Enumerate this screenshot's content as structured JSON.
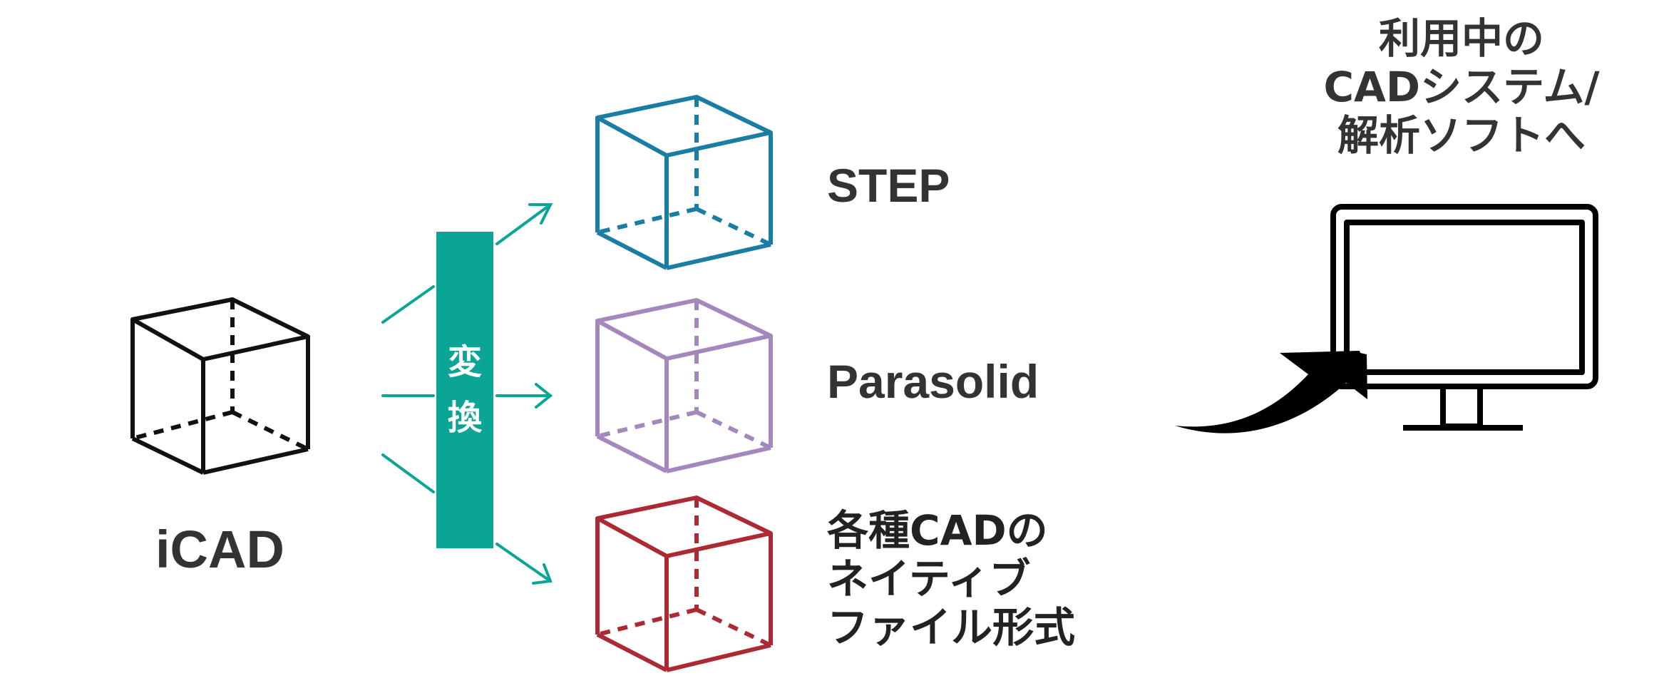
{
  "source": {
    "label": "iCAD"
  },
  "convert": {
    "label_line1": "変",
    "label_line2": "換"
  },
  "formats": [
    {
      "label": "STEP"
    },
    {
      "label": "Parasolid"
    },
    {
      "lines": [
        "各種CADの",
        "ネイティブ",
        "ファイル形式"
      ]
    }
  ],
  "target": {
    "lines": [
      "利用中の",
      "CADシステム/",
      "解析ソフトへ"
    ]
  },
  "colors": {
    "text": "#333333",
    "source_cube": "#111111",
    "accent_teal": "#0aa595",
    "step_cube": "#1a7da3",
    "parasolid_cube": "#a387bd",
    "native_cube": "#ab2a34",
    "monitor": "#000000"
  },
  "icons": [
    "cube-icon",
    "monitor-icon",
    "curved-arrow-icon"
  ]
}
